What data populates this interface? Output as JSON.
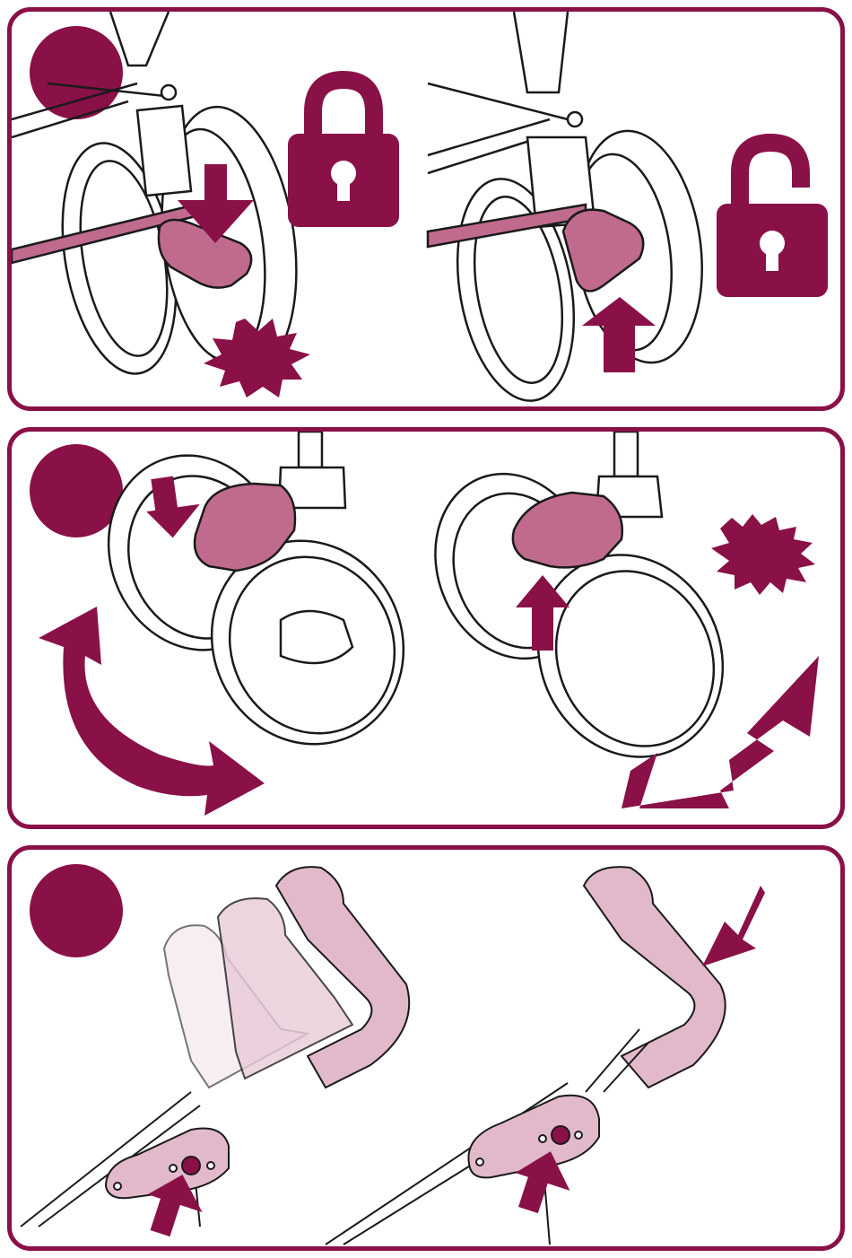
{
  "colors": {
    "brand": "#8a1048",
    "accent_fill": "#c06a8e",
    "accent_light": "#e2b9cb",
    "outline": "#1a1a1a",
    "background": "#ffffff"
  },
  "icons": [
    "step-badge",
    "padlock-locked-icon",
    "padlock-unlocked-icon",
    "click-burst-icon",
    "arrow-down-icon",
    "arrow-up-icon",
    "swivel-arrow-icon",
    "double-arrow-icon",
    "press-arrow-icon"
  ],
  "steps": [
    {
      "id": 1,
      "left_state": "locked",
      "right_state": "unlocked"
    },
    {
      "id": 2,
      "left_state": "swivel",
      "right_state": "fixed"
    },
    {
      "id": 3,
      "left_state": "adjust-height",
      "right_state": "release"
    }
  ]
}
